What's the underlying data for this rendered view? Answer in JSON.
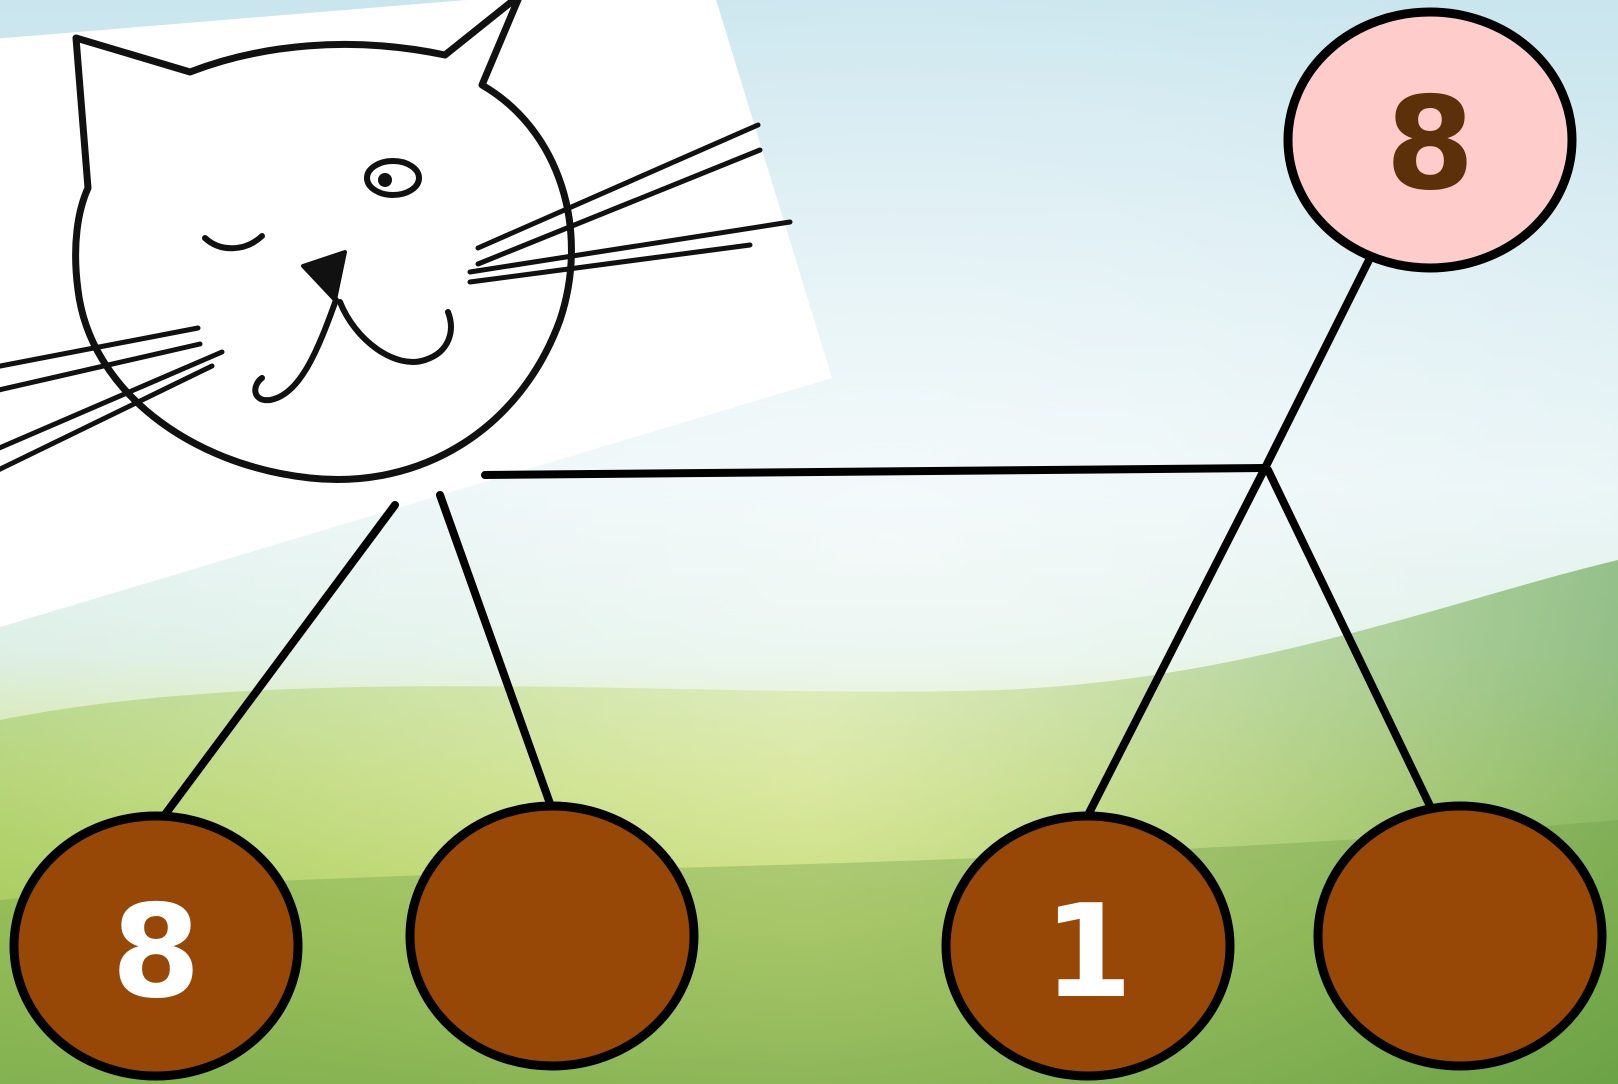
{
  "colors": {
    "sky_top": "#cfe8ef",
    "sky_mid": "#e6f3f6",
    "meadow_light": "#d4e58a",
    "meadow_mid": "#b9d35a",
    "meadow_dark": "#6fa54a",
    "line": "#000000",
    "top_node_fill": "#ffcccc",
    "top_node_text": "#5c3109",
    "bottom_node_fill": "#974706",
    "bottom_node_text": "#ffffff",
    "card_fill": "#ffffff"
  },
  "icons": {
    "cat_picture": "winking-cat-face-icon"
  },
  "diagram": {
    "top_node": {
      "label": "8"
    },
    "left_pair": [
      {
        "label": "8"
      },
      {
        "label": ""
      }
    ],
    "right_pair": [
      {
        "label": "1"
      },
      {
        "label": ""
      }
    ]
  }
}
